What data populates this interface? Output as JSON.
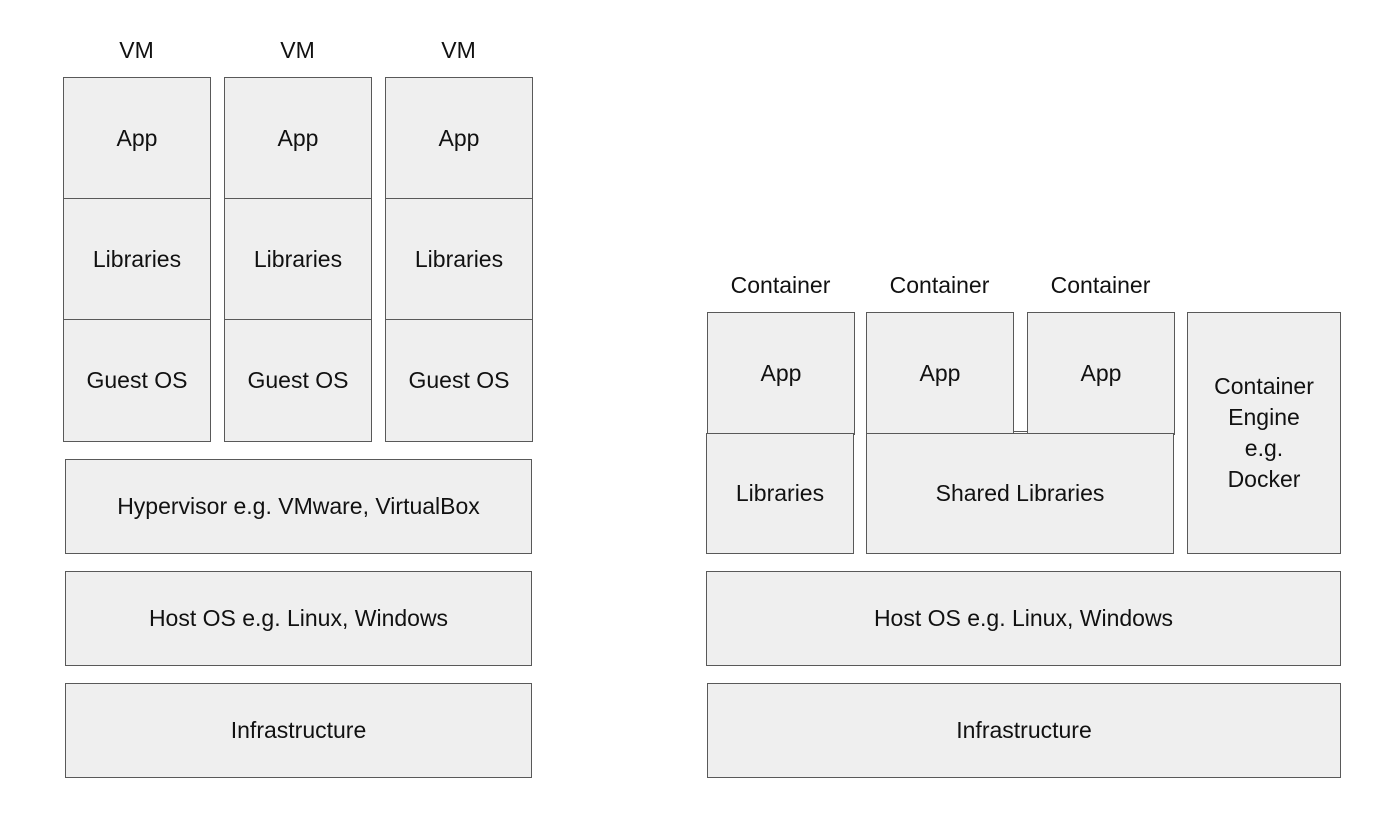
{
  "vm_side": {
    "columns": [
      {
        "header": "VM",
        "app": "App",
        "libraries": "Libraries",
        "guest_os": "Guest OS"
      },
      {
        "header": "VM",
        "app": "App",
        "libraries": "Libraries",
        "guest_os": "Guest OS"
      },
      {
        "header": "VM",
        "app": "App",
        "libraries": "Libraries",
        "guest_os": "Guest OS"
      }
    ],
    "hypervisor": "Hypervisor e.g. VMware, VirtualBox",
    "host_os": "Host OS e.g. Linux, Windows",
    "infrastructure": "Infrastructure"
  },
  "container_side": {
    "containers": [
      {
        "header": "Container",
        "app": "App"
      },
      {
        "header": "Container",
        "app": "App"
      },
      {
        "header": "Container",
        "app": "App"
      }
    ],
    "libraries": "Libraries",
    "shared_libraries": "Shared Libraries",
    "container_engine": "Container\nEngine\ne.g.\nDocker",
    "host_os": "Host OS e.g. Linux, Windows",
    "infrastructure": "Infrastructure"
  },
  "colors": {
    "box_fill": "#efefef",
    "box_border": "#595959",
    "text": "#111111",
    "background": "#ffffff"
  }
}
